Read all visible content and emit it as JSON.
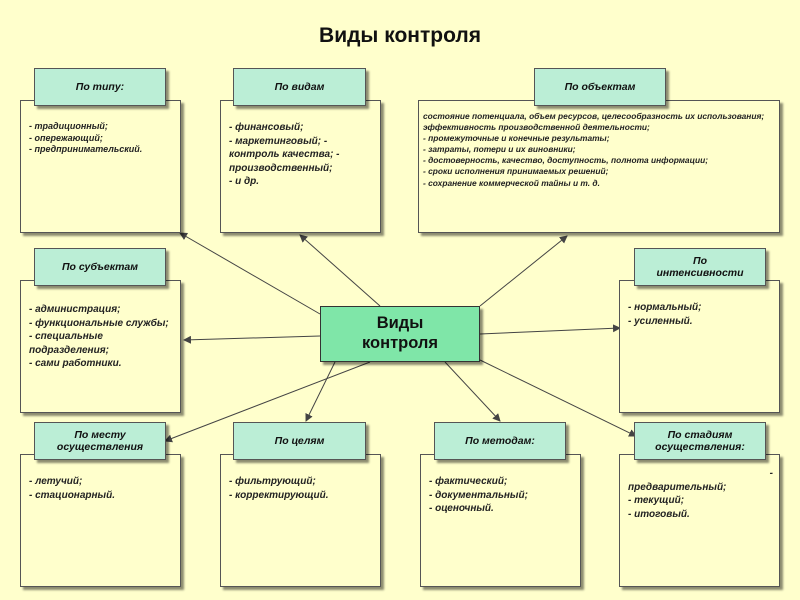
{
  "title": "Виды контроля",
  "center_label": "Виды контроля",
  "groups": {
    "type": {
      "label": "По типу:",
      "items": [
        "- традиционный;",
        "- опережающий;",
        "- предпринимательский."
      ]
    },
    "kinds": {
      "label": "По видам",
      "items": [
        "- финансовый;",
        "- маркетинговый; -",
        "контроль качества; -",
        "производственный;",
        "- и др."
      ]
    },
    "objects": {
      "label": "По объектам",
      "items": [
        "состояние потенциала, объем ресурсов, целесообразность их использования;",
        "эффективность производственной деятельности;",
        "- промежуточные и конечные результаты;",
        "- затраты, потери и их виновники;",
        "- достоверность, качество, доступность, полнота информации;",
        "- сроки исполнения принимаемых решений;",
        "- сохранение коммерческой тайны и т. д."
      ]
    },
    "subjects": {
      "label": "По субъектам",
      "items": [
        "- администрация;",
        "- функциональные службы;",
        "- специальные подразделения;",
        "- сами работники."
      ]
    },
    "intensity": {
      "label": "По интенсивности",
      "items": [
        "- нормальный;",
        "- усиленный."
      ]
    },
    "place": {
      "label": "По месту осуществления",
      "items": [
        "- летучий;",
        "- стационарный."
      ]
    },
    "goals": {
      "label": "По целям",
      "items": [
        "- фильтрующий;",
        "- корректирующий."
      ]
    },
    "methods": {
      "label": "По методам:",
      "items": [
        "- фактический;",
        "- документальный;",
        "- оценочный."
      ]
    },
    "stages": {
      "label": "По стадиям осуществления:",
      "items": [
        "-",
        "предварительный;",
        "- текущий;",
        "- итоговый."
      ]
    }
  },
  "colors": {
    "background": "#ffffcc",
    "tab": "#bbeed6",
    "center": "#7fe6a8",
    "border": "#555555"
  }
}
